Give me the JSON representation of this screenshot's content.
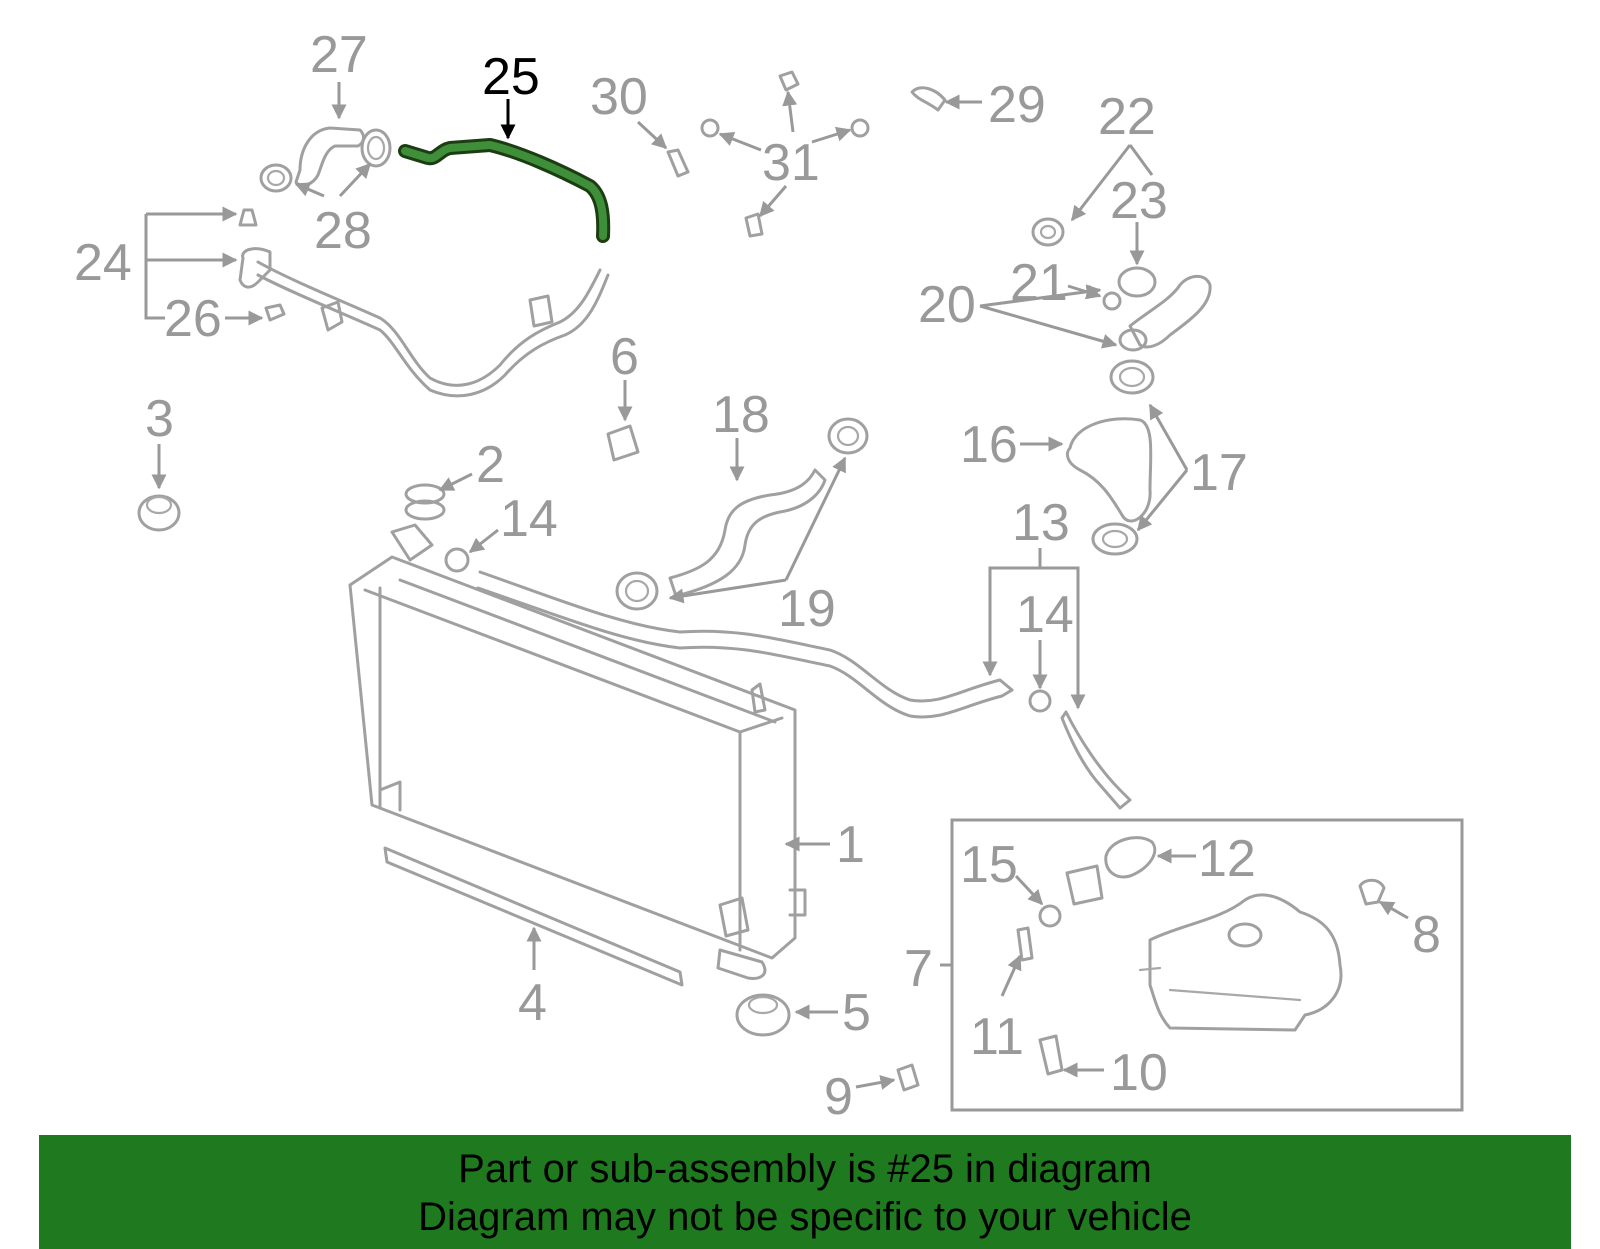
{
  "diagram": {
    "highlighted_part": "25",
    "callouts": [
      "27",
      "25",
      "30",
      "29",
      "22",
      "31",
      "28",
      "23",
      "24",
      "21",
      "20",
      "26",
      "6",
      "18",
      "3",
      "16",
      "2",
      "14",
      "17",
      "13",
      "19",
      "14",
      "1",
      "15",
      "12",
      "8",
      "7",
      "4",
      "5",
      "11",
      "10",
      "9"
    ],
    "colors": {
      "highlight_part": "#2e7d2e",
      "part_line": "#a0a0a0",
      "callout_text": "#999999",
      "banner_background": "#1f7a1f",
      "banner_text": "#000000"
    }
  },
  "banner": {
    "line1": "Part or sub-assembly is #25 in diagram",
    "line2": "Diagram may not be specific to your vehicle"
  }
}
